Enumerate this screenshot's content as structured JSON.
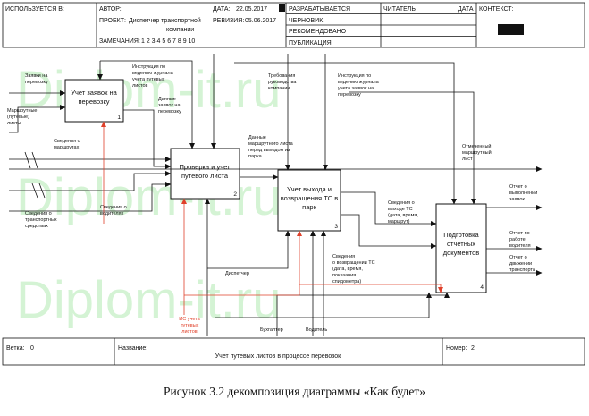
{
  "header": {
    "used_at": "ИСПОЛЬЗУЕТСЯ В:",
    "author_label": "АВТОР:",
    "date_label": "ДАТА:",
    "date_value": "22.05.2017",
    "project_label": "ПРОЕКТ:",
    "project_line1": "Диспетчер транспортной",
    "project_line2": "компании",
    "revision_label": "РЕВИЗИЯ:",
    "revision_value": "05.06.2017",
    "notes_label": "ЗАМЕЧАНИЯ:",
    "notes_value": "1 2 3 4 5 6 7 8 9 10",
    "status": [
      "РАЗРАБАТЫВАЕТСЯ",
      "ЧЕРНОВИК",
      "РЕКОМЕНДОВАНО",
      "ПУБЛИКАЦИЯ"
    ],
    "reader_label": "ЧИТАТЕЛЬ",
    "date2_label": "ДАТА",
    "context_label": "КОНТЕКСТ:"
  },
  "watermark": "Diplom-it.ru",
  "boxes": [
    {
      "id": "1",
      "title": [
        "Учет заявок на",
        "перевозку"
      ]
    },
    {
      "id": "2",
      "title": [
        "Проверка и учет",
        "путевого листа"
      ]
    },
    {
      "id": "3",
      "title": [
        "Учет выхода и",
        "возвращения ТС в",
        "парк"
      ]
    },
    {
      "id": "4",
      "title": [
        "Подготовка",
        "отчетных",
        "документов"
      ]
    }
  ],
  "arrow_labels": {
    "in_requests": [
      "Заявки на",
      "перевозку"
    ],
    "in_routes": [
      "Маршрутные",
      "(путевые)",
      "листы"
    ],
    "route_info": [
      "Сведения о",
      "маршрутах"
    ],
    "driver_info": [
      "Сведения о",
      "водителях"
    ],
    "vehicle_info": [
      "Сведения о",
      "транспортных",
      "средствах"
    ],
    "ctrl_instr1": [
      "Инструкция по",
      "ведению журнала",
      "учета путевых",
      "листов"
    ],
    "req_data": [
      "Данные",
      "заявок на",
      "перевозку"
    ],
    "ctrl_mgmt": [
      "Требования",
      "руководства",
      "компании"
    ],
    "ctrl_instr2": [
      "Инструкция по",
      "ведению журнала",
      "учета заявок на",
      "перевозку"
    ],
    "waybill_data": [
      "Данные",
      "маршрутного листа",
      "перед выходом из",
      "парка"
    ],
    "marked_list": [
      "Отмеченный",
      "маршрутный",
      "лист"
    ],
    "exit_info": [
      "Сведения о",
      "выходе ТС",
      "(дата, время,",
      "маршрут)"
    ],
    "return_info": [
      "Сведения",
      "о возвращении ТС",
      "(дата, время,",
      "показания",
      "спидометра)"
    ],
    "dispatcher": "Диспетчер",
    "is_label": [
      "ИС учета",
      "путевых",
      "листов"
    ],
    "accountant": "Бухгалтер",
    "driver": "Водитель",
    "out_req_report": [
      "Отчет о",
      "выполнении",
      "заявок"
    ],
    "out_driver_report": [
      "Отчет по",
      "работе",
      "водителя"
    ],
    "out_transport_report": [
      "Отчет о",
      "движении",
      "транспорта"
    ]
  },
  "footer": {
    "node_label": "Ветка:",
    "node_value": "0",
    "name_label": "Название:",
    "name_value": "Учет путевых листов в процессе перевозок",
    "number_label": "Номер:",
    "number_value": "2"
  },
  "caption": "Рисунок 3.2 декомпозиция  диаграммы  «Как будет»",
  "colors": {
    "watermark": "#bfeebf",
    "red": "#e0402a",
    "line": "#111111"
  }
}
